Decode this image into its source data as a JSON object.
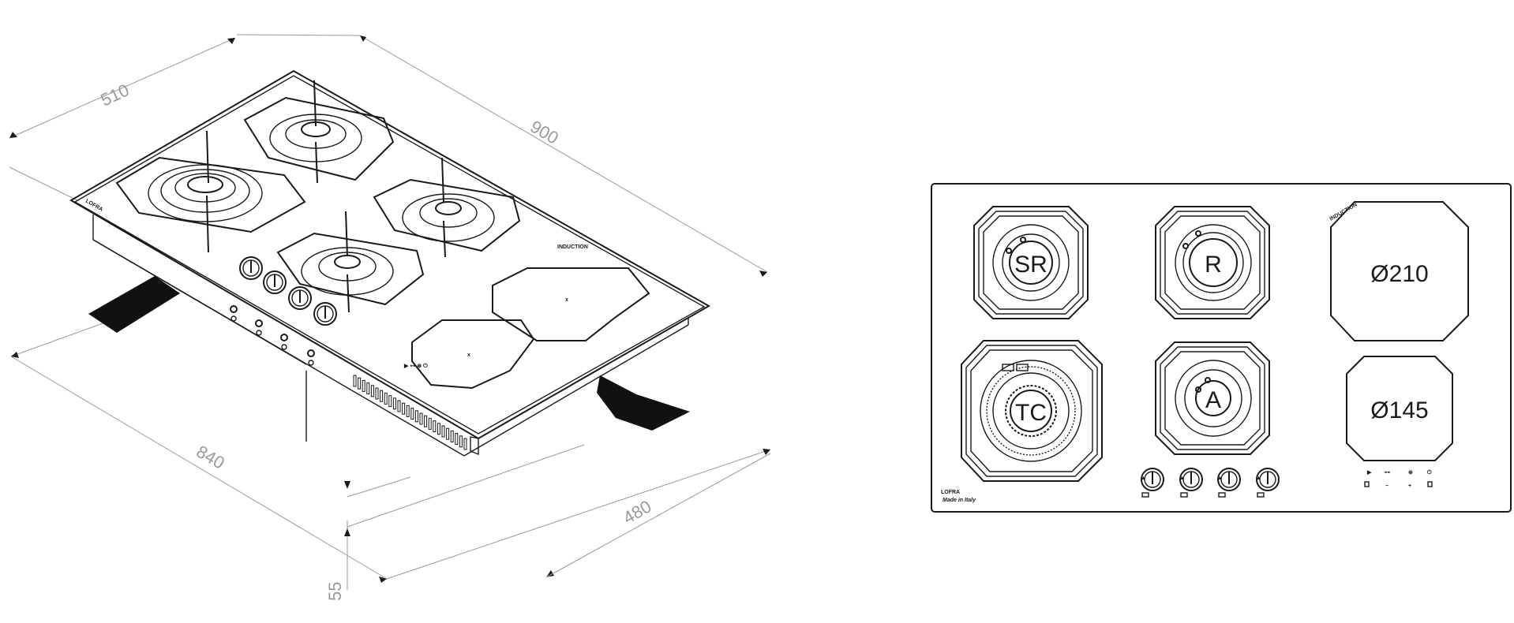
{
  "iso_view": {
    "dimensions": {
      "depth_top": "510",
      "width_top": "900",
      "cutout_width": "840",
      "cutout_depth": "480",
      "height": "55"
    },
    "brand": "LOFRA",
    "induction_label": "INDUCTION"
  },
  "top_view": {
    "burners": [
      {
        "label": "SR"
      },
      {
        "label": "R"
      },
      {
        "label": "TC"
      },
      {
        "label": "A"
      }
    ],
    "induction_zones": [
      {
        "label": "Ø210"
      },
      {
        "label": "Ø145"
      }
    ],
    "induction_label": "INDUCTION",
    "brand": "LOFRA",
    "brand_tagline": "Made in Italy",
    "touch_controls": [
      {
        "icon": "play-icon",
        "symbol": "▶"
      },
      {
        "icon": "key-icon",
        "symbol": "⊶"
      },
      {
        "icon": "boost-icon",
        "symbol": "⊛"
      },
      {
        "icon": "power-icon",
        "symbol": "⏻"
      }
    ],
    "touch_signs": [
      "−",
      "+"
    ]
  },
  "colors": {
    "line": "#1a1a1a",
    "dimension": "#9a9a9a",
    "background": "#ffffff"
  }
}
